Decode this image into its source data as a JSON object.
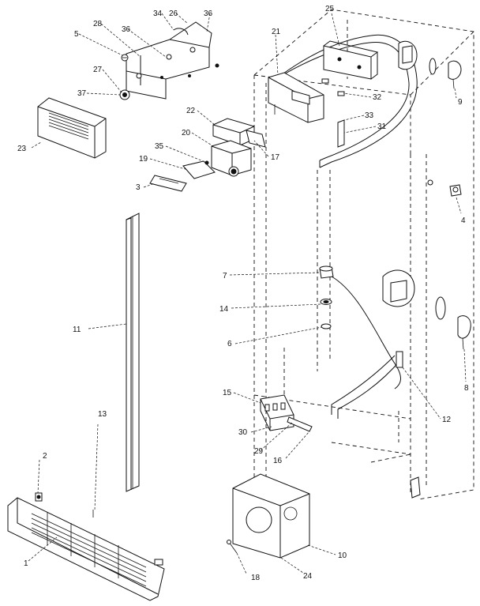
{
  "diagram": {
    "callouts": [
      {
        "id": "c1",
        "text": "1"
      },
      {
        "id": "c2",
        "text": "2"
      },
      {
        "id": "c3",
        "text": "3"
      },
      {
        "id": "c4",
        "text": "4"
      },
      {
        "id": "c5",
        "text": "5"
      },
      {
        "id": "c6",
        "text": "6"
      },
      {
        "id": "c7",
        "text": "7"
      },
      {
        "id": "c8",
        "text": "8"
      },
      {
        "id": "c9",
        "text": "9"
      },
      {
        "id": "c10",
        "text": "10"
      },
      {
        "id": "c11",
        "text": "11"
      },
      {
        "id": "c12",
        "text": "12"
      },
      {
        "id": "c13",
        "text": "13"
      },
      {
        "id": "c14",
        "text": "14"
      },
      {
        "id": "c15",
        "text": "15"
      },
      {
        "id": "c16",
        "text": "16"
      },
      {
        "id": "c17",
        "text": "17"
      },
      {
        "id": "c18",
        "text": "18"
      },
      {
        "id": "c19",
        "text": "19"
      },
      {
        "id": "c20",
        "text": "20"
      },
      {
        "id": "c21",
        "text": "21"
      },
      {
        "id": "c22",
        "text": "22"
      },
      {
        "id": "c23",
        "text": "23"
      },
      {
        "id": "c24",
        "text": "24"
      },
      {
        "id": "c25",
        "text": "25"
      },
      {
        "id": "c26",
        "text": "26"
      },
      {
        "id": "c27",
        "text": "27"
      },
      {
        "id": "c28",
        "text": "28"
      },
      {
        "id": "c29",
        "text": "29"
      },
      {
        "id": "c30",
        "text": "30"
      },
      {
        "id": "c31",
        "text": "31"
      },
      {
        "id": "c32",
        "text": "32"
      },
      {
        "id": "c33",
        "text": "33"
      },
      {
        "id": "c34",
        "text": "34"
      },
      {
        "id": "c35",
        "text": "35"
      },
      {
        "id": "c36a",
        "text": "36"
      },
      {
        "id": "c36b",
        "text": "36"
      },
      {
        "id": "c37",
        "text": "37"
      }
    ]
  }
}
